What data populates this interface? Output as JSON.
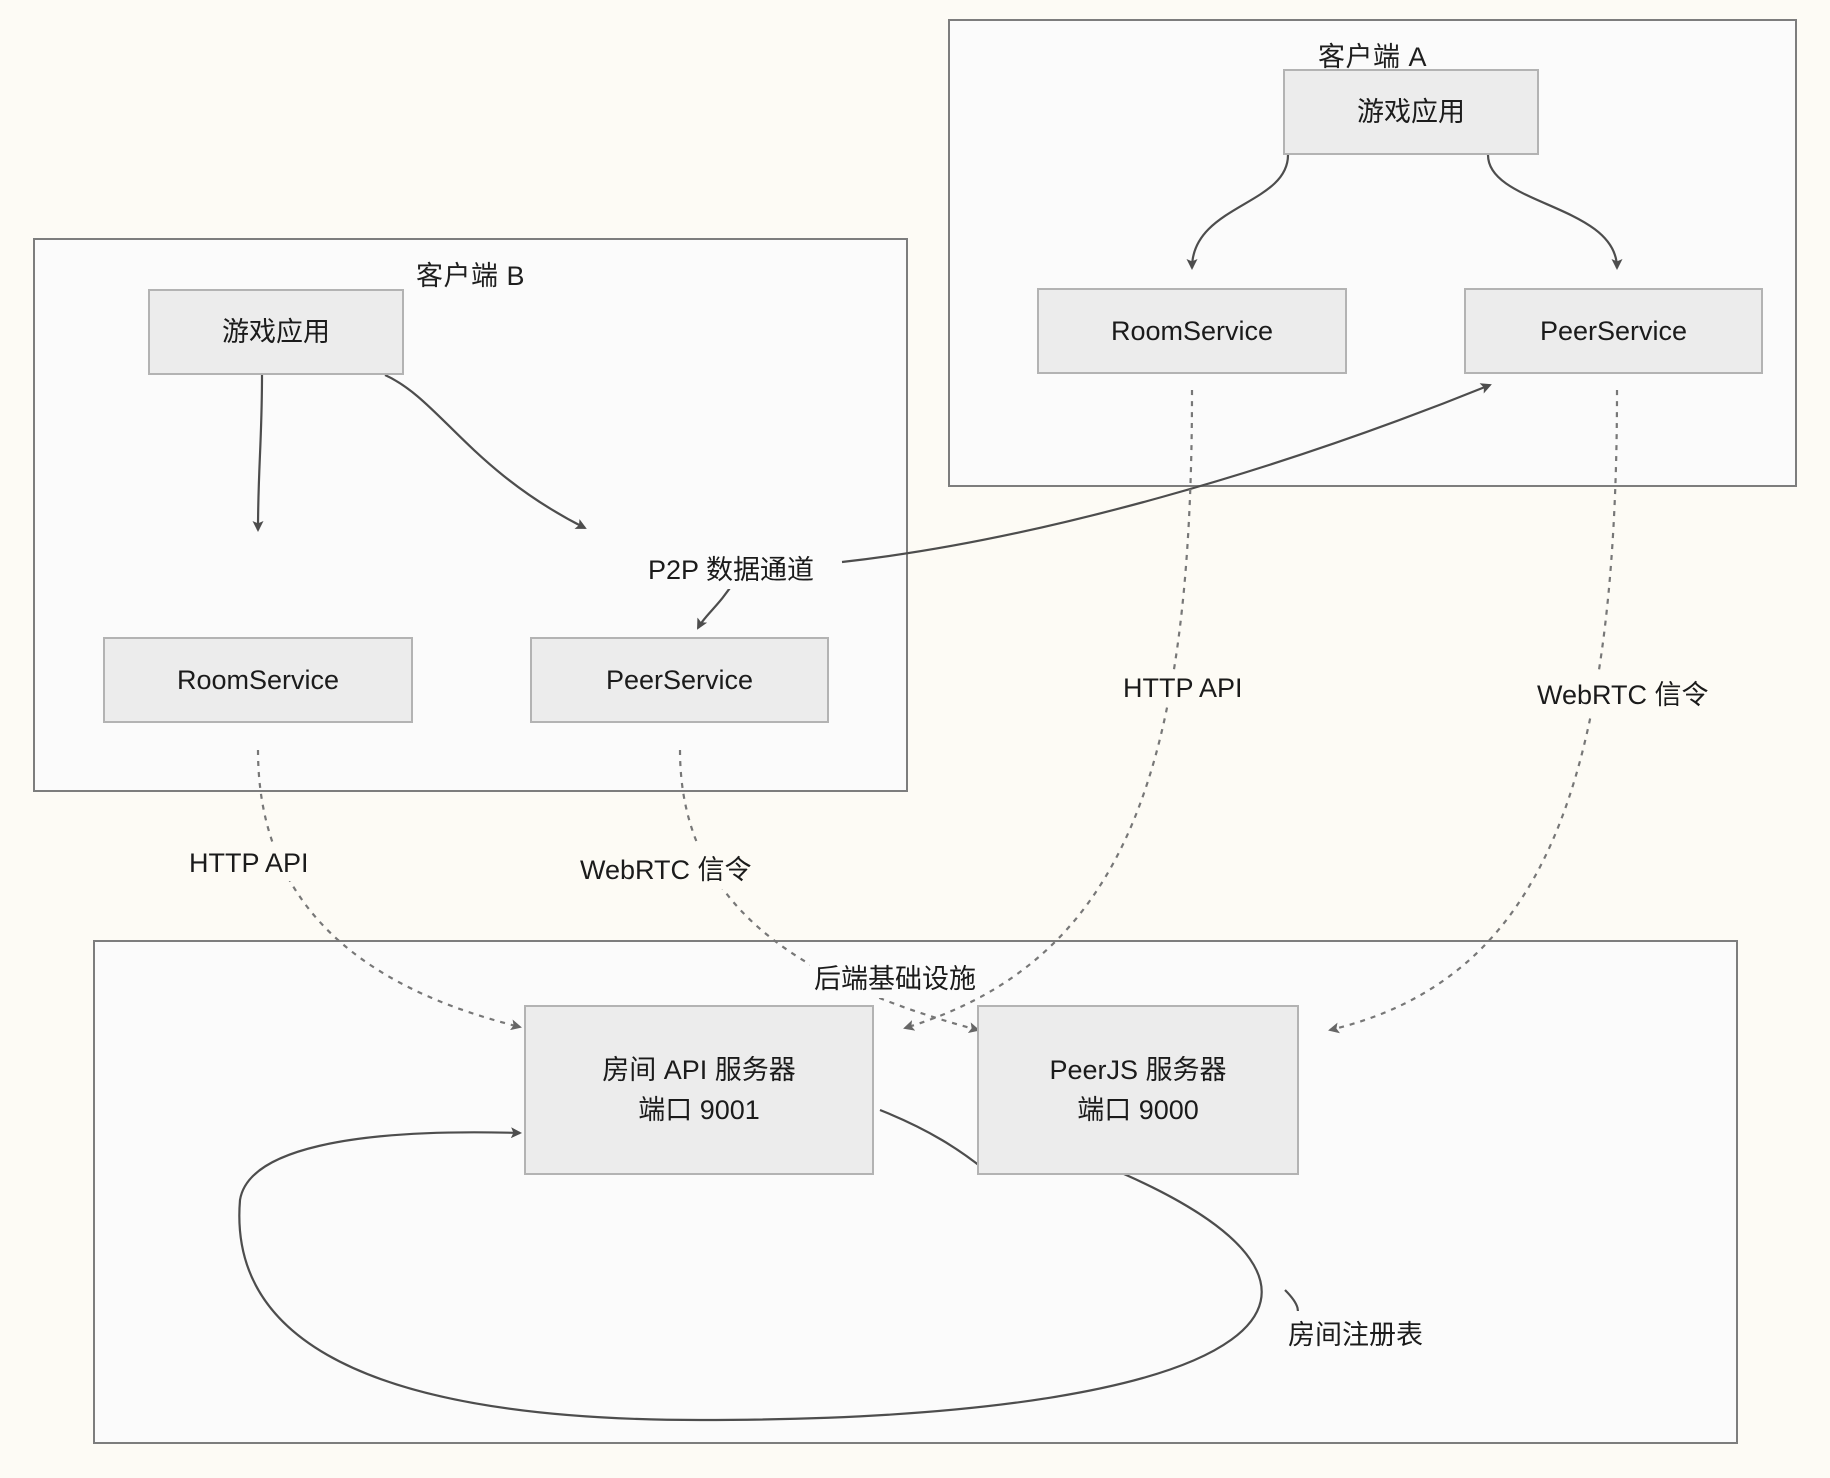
{
  "diagram": {
    "title_hidden": "",
    "background": "#fdfbf5",
    "node_fill": "#ececec",
    "node_stroke": "#b3b3b3",
    "container_stroke": "#7d7d7d",
    "edge_color": "#4d4d4d"
  },
  "containers": [
    {
      "id": "client_a",
      "label": "客户端 A"
    },
    {
      "id": "client_b",
      "label": "客户端 B"
    },
    {
      "id": "backend",
      "label": "后端基础设施"
    }
  ],
  "client_a": {
    "title": "客户端 A",
    "nodes": {
      "game_app": "游戏应用",
      "room_service": "RoomService",
      "peer_service": "PeerService"
    }
  },
  "client_b": {
    "title": "客户端 B",
    "nodes": {
      "game_app": "游戏应用",
      "room_service": "RoomService",
      "peer_service": "PeerService"
    }
  },
  "backend": {
    "title": "后端基础设施",
    "nodes": {
      "room_api_server": {
        "line1": "房间 API 服务器",
        "line2": "端口 9001"
      },
      "peerjs_server": {
        "line1": "PeerJS 服务器",
        "line2": "端口 9000"
      }
    }
  },
  "edge_labels": {
    "p2p_data_channel": "P2P 数据通道",
    "http_api_b": "HTTP API",
    "webrtc_signaling_b": "WebRTC 信令",
    "http_api_a": "HTTP API",
    "webrtc_signaling_a": "WebRTC 信令",
    "room_registry": "房间注册表"
  }
}
